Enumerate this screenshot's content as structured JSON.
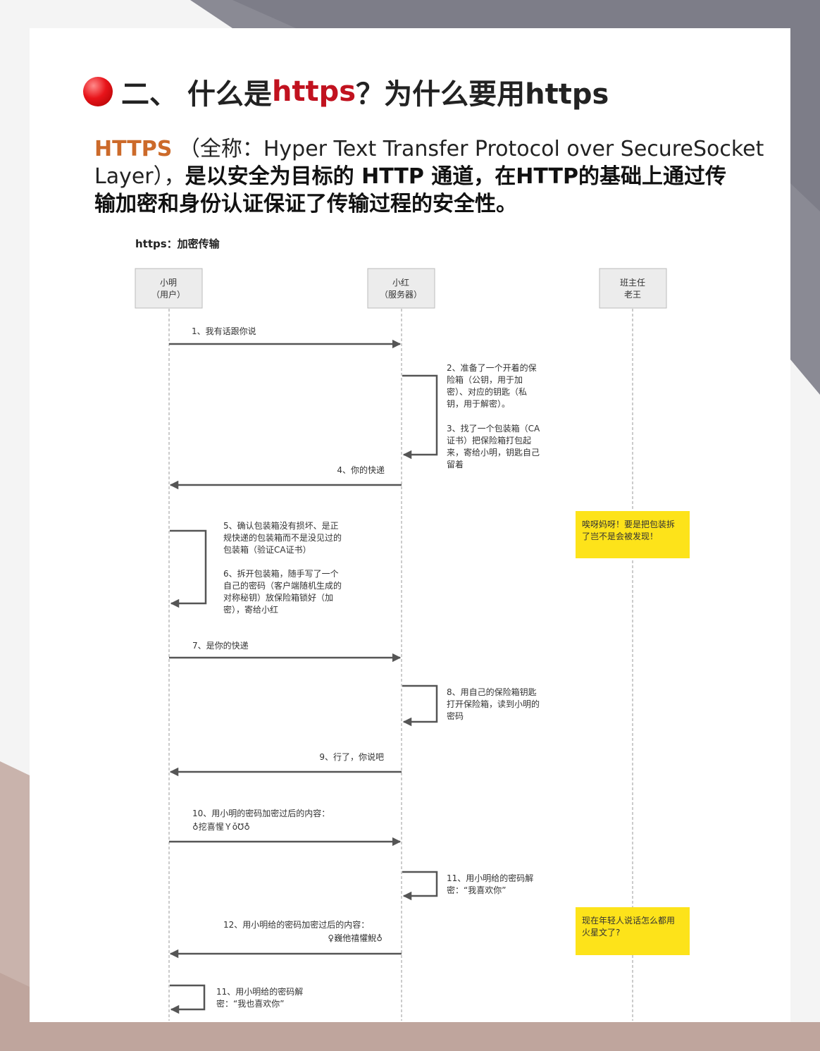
{
  "heading": {
    "prefix": "二、 什么是",
    "accent": "https",
    "suffix": "？为什么要用https"
  },
  "intro": {
    "keyword": "HTTPS",
    "line1": "（全称：Hyper Text Transfer Protocol over SecureSocket",
    "line2_plain": "Layer），",
    "line2_bold": "是以安全为目标的 HTTP 通道，在HTTP的基础上通过传",
    "line3_bold": "输加密和身份认证保证了传输过程的安全性。"
  },
  "diagram": {
    "title": "https：加密传输",
    "actors": [
      {
        "line1": "小明",
        "line2": "（用户）"
      },
      {
        "line1": "小红",
        "line2": "（服务器）"
      },
      {
        "line1": "班主任",
        "line2": "老王"
      }
    ],
    "steps": {
      "s1": "1、我有话跟你说",
      "s2": [
        "2、准备了一个开着的保",
        "险箱（公钥，用于加",
        "密）、对应的钥匙（私",
        "钥，用于解密）。"
      ],
      "s3": [
        "3、找了一个包装箱（CA",
        "证书）把保险箱打包起",
        "来，寄给小明，钥匙自己",
        "留着"
      ],
      "s4": "4、你的快递",
      "s5": [
        "5、确认包装箱没有损坏、是正",
        "规快递的包装箱而不是没见过的",
        "包装箱（验证CA证书）"
      ],
      "s6": [
        "6、拆开包装箱，随手写了一个",
        "自己的密码（客户端随机生成的",
        "对称秘钥）放保险箱锁好（加",
        "密），寄给小红"
      ],
      "s7": "7、是你的快递",
      "s8": [
        "8、用自己的保险箱钥匙",
        "打开保险箱，读到小明的",
        "密码"
      ],
      "s9": "9、行了，你说吧",
      "s10": [
        "10、用小明的密码加密过后的内容：",
        "♁挖喜惺Ｙǒ℧♁"
      ],
      "s11": [
        "11、用小明给的密码解",
        "密：“我喜欢你”"
      ],
      "s12": [
        "12、用小明给的密码加密过后的内容：",
        "♀巍他禧懽鯢♁"
      ],
      "s13": [
        "11、用小明给的密码解",
        "密：“我也喜欢你”"
      ]
    },
    "notes": [
      [
        "唉呀妈呀！要是把包装拆",
        "了岂不是会被发现！"
      ],
      [
        "现在年轻人说话怎么都用",
        "火星文了?"
      ]
    ],
    "colors": {
      "note_bg": "#fde31a",
      "actor_bg": "#ececec",
      "arrow": "#555555"
    }
  }
}
